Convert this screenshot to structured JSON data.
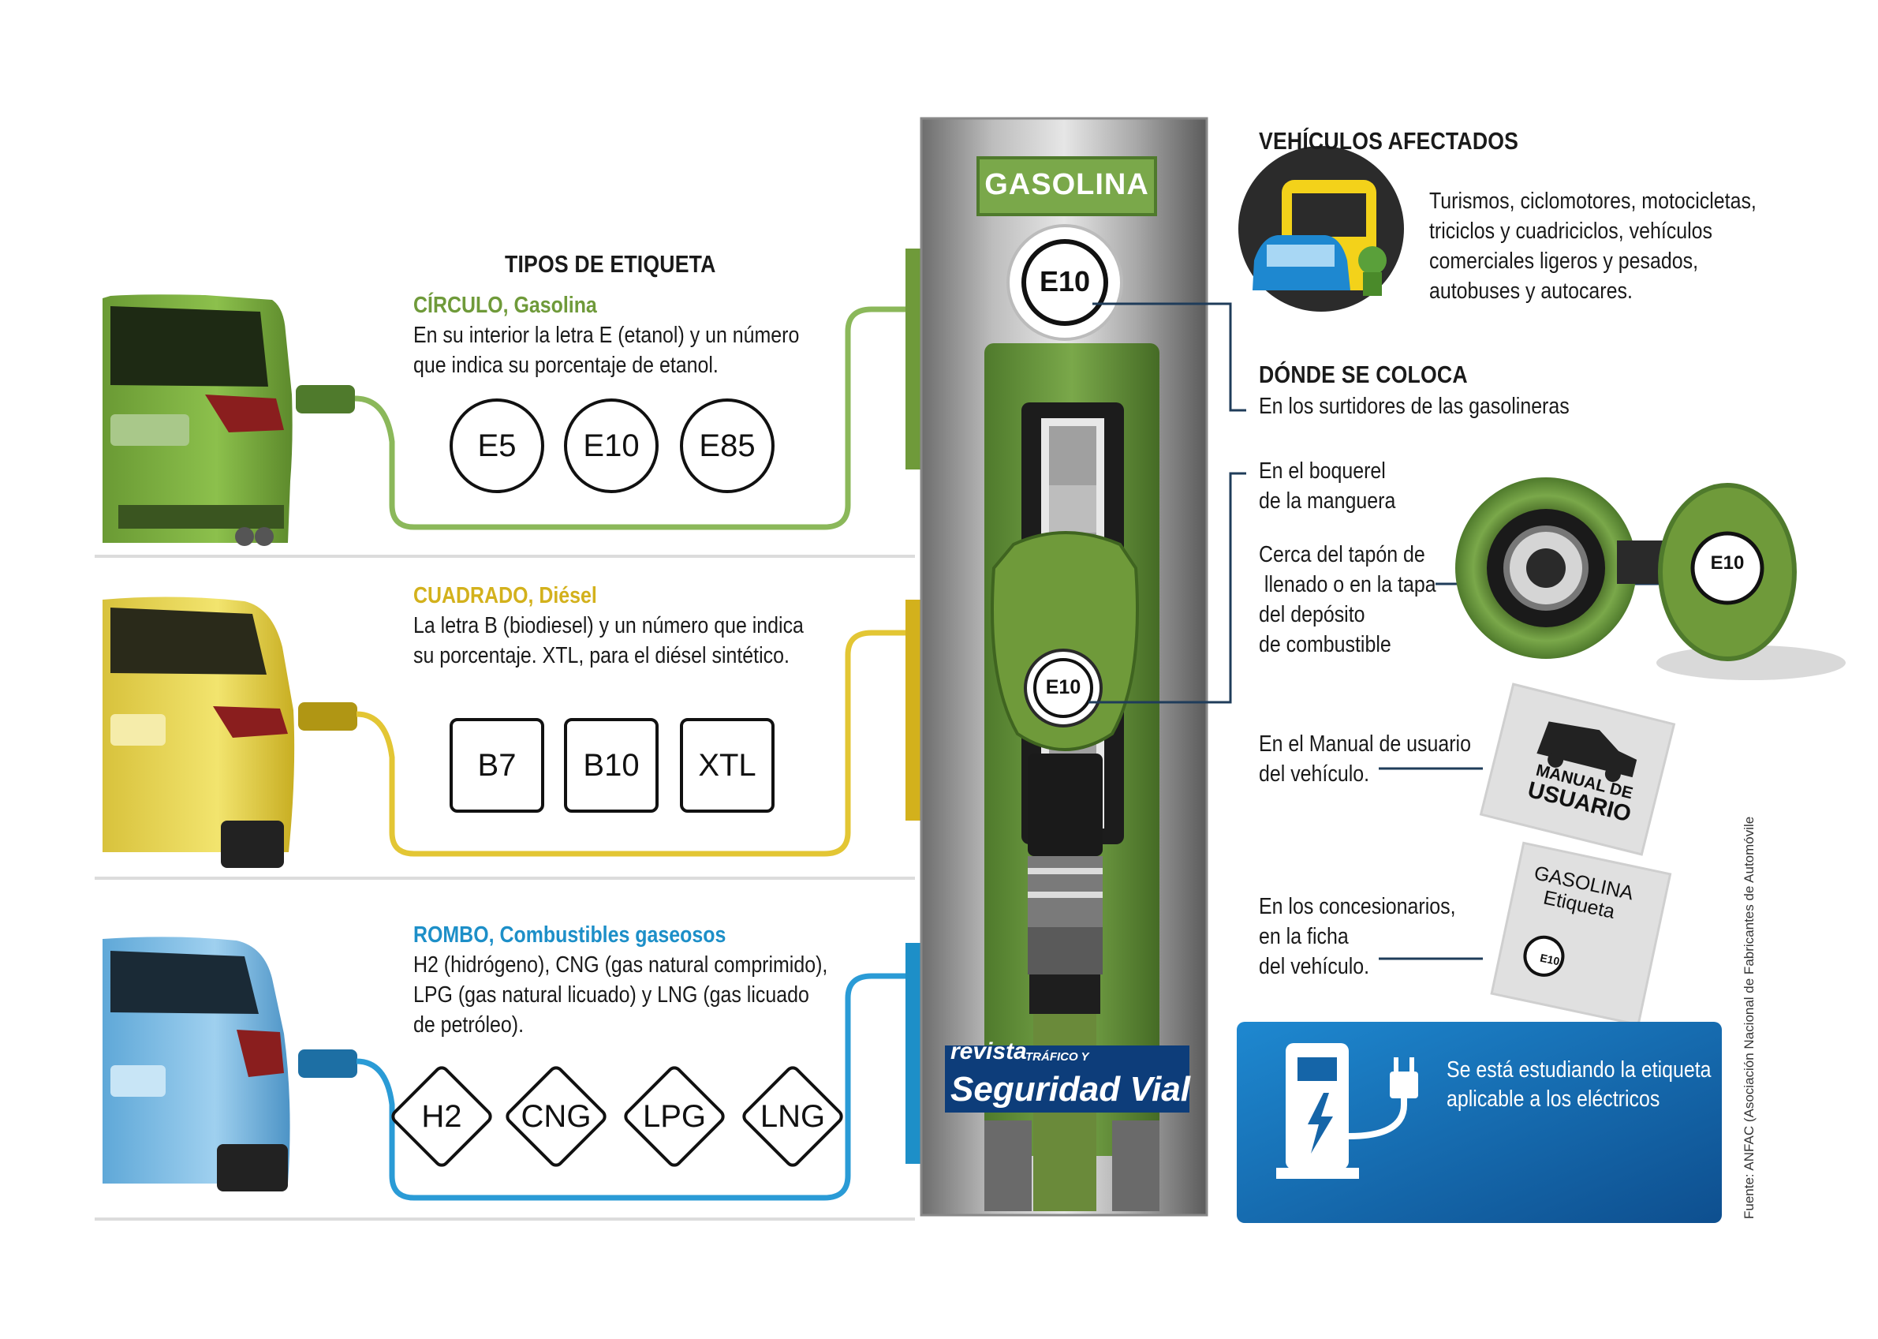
{
  "title": "TIPOS DE ETIQUETA",
  "sections": [
    {
      "heading": "CÍRCULO,  Gasolina",
      "line1": "En su interior la letra E (etanol) y un número",
      "line2": "que indica su porcentaje de etanol.",
      "line3": "",
      "line4": "",
      "labels": [
        "E5",
        "E10",
        "E85"
      ],
      "shape": "circle",
      "color": "#7aa84a"
    },
    {
      "heading": "CUADRADO, Diésel",
      "line1": "La letra B (biodiesel) y un número  que indica",
      "line2": "su porcentaje. XTL, para el diésel sintético.",
      "line3": "",
      "line4": "",
      "labels": [
        "B7",
        "B10",
        "XTL"
      ],
      "shape": "square",
      "color": "#d9b81e"
    },
    {
      "heading": "ROMBO, Combustibles gaseosos",
      "line1": "H2 (hidrógeno),  CNG (gas natural comprimido),",
      "line2": "LPG (gas natural licuado) y LNG (gas licuado",
      "line3": "de petróleo).",
      "line4": "",
      "labels": [
        "H2",
        "CNG",
        "LPG",
        "LNG"
      ],
      "shape": "diamond",
      "color": "#1d8fc8"
    }
  ],
  "pump": {
    "header": "GASOLINA",
    "badge": "E10",
    "nozzle_badge": "E10"
  },
  "brand": {
    "line1": "revista",
    "line2": "TRÁFICO Y",
    "line3": "Seguridad Vial"
  },
  "affected": {
    "heading": "VEHÍCULOS AFECTADOS",
    "lines": [
      "Turismos, ciclomotores, motocicletas,",
      "triciclos y cuadriciclos, vehículos",
      "comerciales ligeros y pesados,",
      "autobuses y autocares."
    ]
  },
  "where": {
    "heading": "DÓNDE SE COLOCA",
    "pump_text": "En los surtidores de las gasolineras",
    "hose_lines": [
      "En el boquerel",
      "de la manguera"
    ],
    "cap_lines": [
      "Cerca del tapón de",
      " llenado o en la tapa",
      "del depósito",
      "de combustible"
    ],
    "cap_badge": "E10",
    "manual_lines": [
      "En el Manual de usuario",
      "del vehículo."
    ],
    "manual_card": [
      "MANUAL DE",
      "USUARIO"
    ],
    "dealer_lines": [
      "En los concesionarios,",
      "en la ficha",
      "del vehículo."
    ],
    "dealer_card": [
      "GASOLINA",
      "Etiqueta"
    ],
    "dealer_badge": "E10"
  },
  "electric": {
    "lines": [
      "Se está estudiando la etiqueta",
      "aplicable a los eléctricos"
    ]
  },
  "source": "Fuente:  ANFAC (Asociación Nacional de Fabricantes de Automóvile",
  "colors": {
    "green": "#7aa84a",
    "yellow": "#d9b81e",
    "blue": "#1d8fc8",
    "dark": "#2a2a2a",
    "ev_bg": "#1565a8"
  }
}
